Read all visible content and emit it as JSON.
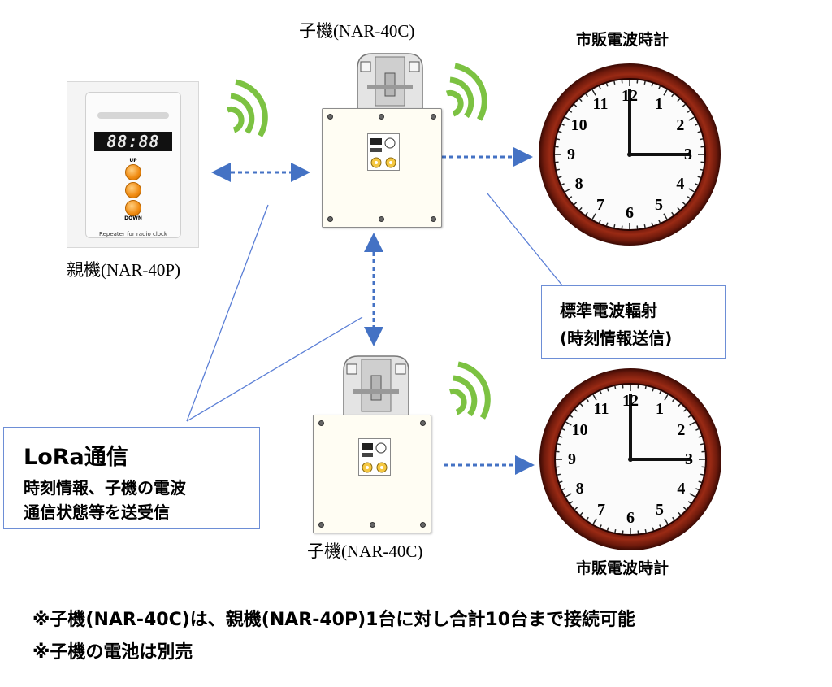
{
  "labels": {
    "child_top": "子機(NAR-40C)",
    "child_bottom": "子機(NAR-40C)",
    "master": "親機(NAR-40P)",
    "clock_top": "市販電波時計",
    "clock_bottom": "市販電波時計"
  },
  "master_unit": {
    "display": "88:88",
    "up_label": "UP",
    "down_label": "DOWN",
    "caption": "Repeater for radio clock"
  },
  "lora_box": {
    "title": "LoRa通信",
    "line1": "時刻情報、子機の電波",
    "line2": "通信状態等を送受信"
  },
  "standard_wave_box": {
    "line1": "標準電波輻射",
    "line2": "(時刻情報送信)"
  },
  "clock_numbers": [
    "12",
    "1",
    "2",
    "3",
    "4",
    "5",
    "6",
    "7",
    "8",
    "9",
    "10",
    "11"
  ],
  "notes": {
    "note1": "※子機(NAR-40C)は、親機(NAR-40P)1台に対し合計10台まで接続可能",
    "note2": "※子機の電池は別売"
  },
  "colors": {
    "signal_green": "#7cc242",
    "arrow_blue": "#4472c4",
    "line_blue": "#5b7fd6",
    "clock_wood": "#7a1c0e",
    "button_orange": "#f08a10"
  }
}
